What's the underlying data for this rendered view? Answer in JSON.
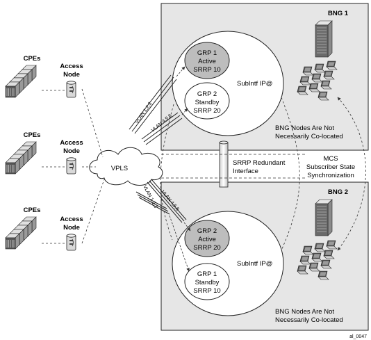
{
  "bng1": {
    "title": "BNG 1",
    "subintf": "SubIntf IP@",
    "note_line1": "BNG Nodes Are Not",
    "note_line2": "Necessarily Co-located"
  },
  "bng2": {
    "title": "BNG 2",
    "subintf": "SubIntf IP@",
    "note_line1": "BNG Nodes Are Not",
    "note_line2": "Necessarily Co-located"
  },
  "bng1_groups": [
    {
      "line1": "GRP 1",
      "line2": "Active",
      "line3": "SRRP 10"
    },
    {
      "line1": "GRP 2",
      "line2": "Standby",
      "line3": "SRRP 20"
    }
  ],
  "bng2_groups": [
    {
      "line1": "GRP 2",
      "line2": "Active",
      "line3": "SRRP 20"
    },
    {
      "line1": "GRP 1",
      "line2": "Standby",
      "line3": "SRRP 10"
    }
  ],
  "sites": [
    {
      "cpe_label": "CPEs",
      "access_line1": "Access",
      "access_line2": "Node"
    },
    {
      "cpe_label": "CPEs",
      "access_line1": "Access",
      "access_line2": "Node"
    },
    {
      "cpe_label": "CPEs",
      "access_line1": "Access",
      "access_line2": "Node"
    }
  ],
  "vpls_label": "VPLS",
  "vlans": {
    "top_a": "VLAN 1,2,3",
    "top_b": "VLAN 4,5,6",
    "bot_a": "VLAN 1,2,3",
    "bot_b": "VLAN 4,5,6"
  },
  "srrp_interface": {
    "line1": "SRRP Redundant",
    "line2": "Interface"
  },
  "mcs": {
    "line1": "MCS",
    "line2": "Subscriber State",
    "line3": "Synchronization"
  },
  "figure_id": "al_0047",
  "colors": {
    "box_fill": "#e6e6e6",
    "active_fill": "#bdbdbd",
    "line": "#444444"
  }
}
